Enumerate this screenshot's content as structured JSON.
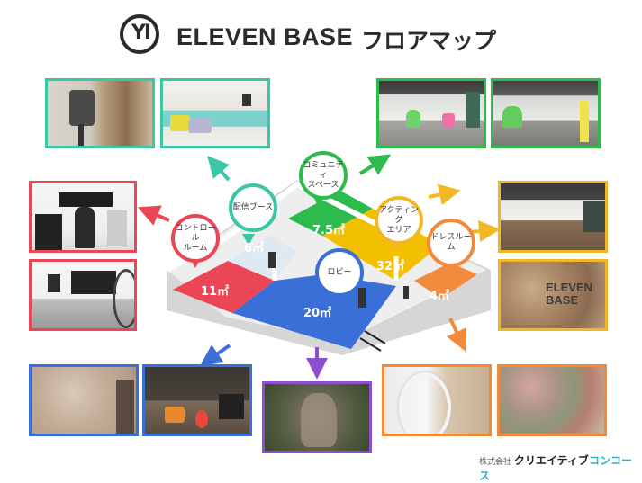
{
  "header": {
    "logo_mark": "YI",
    "brand": "ELEVEN BASE",
    "title": "フロアマップ"
  },
  "rooms": [
    {
      "id": "control",
      "label": "コントロール\nルーム",
      "area": "11㎡",
      "color": "#ea4655"
    },
    {
      "id": "stream",
      "label": "配信ブース",
      "area": "6㎡",
      "color": "#3cc6a6"
    },
    {
      "id": "community",
      "label": "コミュニティ\nスペース",
      "area": "7.5㎡",
      "color": "#2dbb4d"
    },
    {
      "id": "acting",
      "label": "アクティング\nエリア",
      "area": "32㎡",
      "color": "#f2b823"
    },
    {
      "id": "dress",
      "label": "ドレスルーム",
      "area": "4㎡",
      "color": "#f28a3c"
    },
    {
      "id": "lobby",
      "label": "ロビー",
      "area": "20㎡",
      "color": "#3b6fd8"
    }
  ],
  "photo_sign": "ELEVEN\nBASE",
  "footer": {
    "prefix": "株式会社",
    "name_a": "クリエイティブ",
    "name_b": "コンコース"
  }
}
